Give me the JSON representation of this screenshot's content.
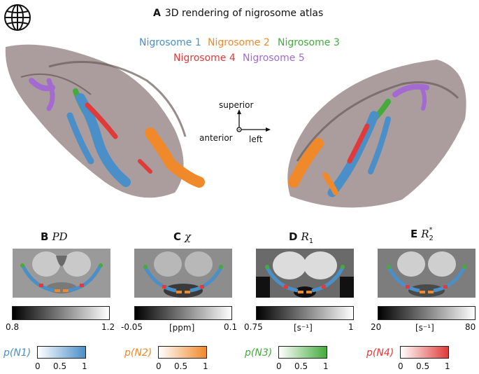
{
  "colors": {
    "n1": "#4a8fc7",
    "n2": "#f0892a",
    "n3": "#44ab3c",
    "n4": "#e03a3a",
    "n5": "#a36ad0",
    "brain": "#8f7c7c"
  },
  "icon": "globe-icon",
  "panelA": {
    "letter": "A",
    "title": "3D rendering of nigrosome atlas",
    "legend": [
      "Nigrosome 1",
      "Nigrosome 2",
      "Nigrosome 3",
      "Nigrosome 4",
      "Nigrosome 5"
    ],
    "axes": {
      "up": "superior",
      "left": "anterior",
      "right": "left"
    }
  },
  "panels": [
    {
      "letter": "B",
      "symbol": "PD",
      "tick_min": "0.8",
      "tick_max": "1.2",
      "unit": ""
    },
    {
      "letter": "C",
      "symbol": "χ",
      "tick_min": "-0.05",
      "tick_max": "0.1",
      "unit": "[ppm]"
    },
    {
      "letter": "D",
      "symbol": "R",
      "sub": "1",
      "tick_min": "0.75",
      "tick_max": "1",
      "unit": "[s⁻¹]"
    },
    {
      "letter": "E",
      "symbol": "R",
      "sub": "2",
      "sup": "*",
      "tick_min": "20",
      "tick_max": "80",
      "unit": "[s⁻¹]"
    }
  ],
  "prob_bars": [
    {
      "label": "p(N1)",
      "t0": "0",
      "t1": "0.5",
      "t2": "1"
    },
    {
      "label": "p(N2)",
      "t0": "0",
      "t1": "0.5",
      "t2": "1"
    },
    {
      "label": "p(N3)",
      "t0": "0",
      "t1": "0.5",
      "t2": "1"
    },
    {
      "label": "p(N4)",
      "t0": "0",
      "t1": "0.5",
      "t2": "1"
    }
  ]
}
